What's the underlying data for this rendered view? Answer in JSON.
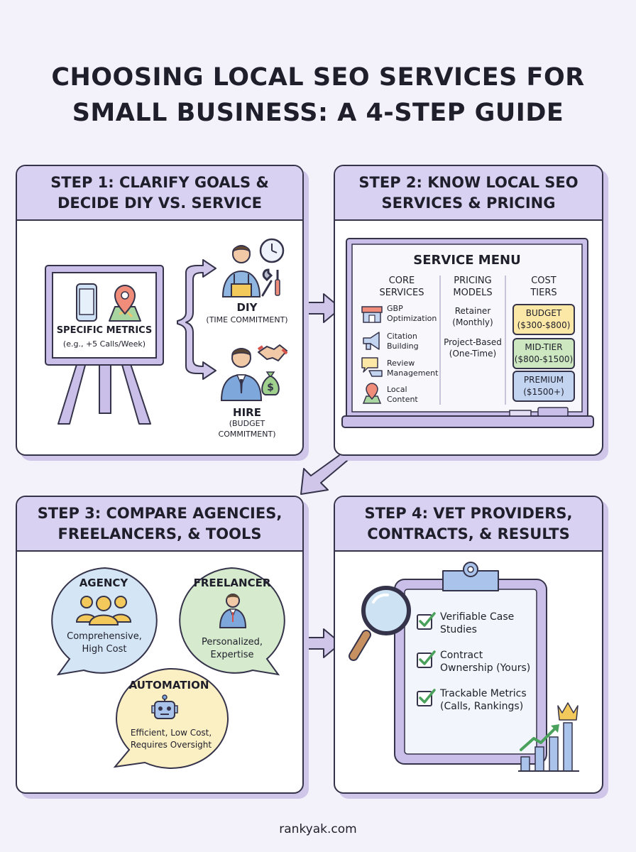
{
  "title": {
    "line1": "CHOOSING LOCAL SEO SERVICES FOR",
    "line2": "SMALL BUSINESS: A 4-STEP GUIDE"
  },
  "step1": {
    "heading_line1": "STEP 1: CLARIFY GOALS &",
    "heading_line2": "DECIDE DIY VS. SERVICE",
    "board_label": "SPECIFIC METRICS",
    "board_sublabel": "(e.g., +5 Calls/Week)",
    "diy_label": "DIY",
    "diy_sub": "(TIME COMMITMENT)",
    "hire_label": "HIRE",
    "hire_sub1": "(BUDGET",
    "hire_sub2": "COMMITMENT)"
  },
  "step2": {
    "heading_line1": "STEP 2: KNOW LOCAL SEO",
    "heading_line2": "SERVICES & PRICING",
    "menu_title": "SERVICE MENU",
    "col_core_1": "CORE",
    "col_core_2": "SERVICES",
    "col_pricing_1": "PRICING",
    "col_pricing_2": "MODELS",
    "col_tiers_1": "COST",
    "col_tiers_2": "TIERS",
    "services": [
      {
        "l1": "GBP",
        "l2": "Optimization",
        "icon": "storefront-icon"
      },
      {
        "l1": "Citation",
        "l2": "Building",
        "icon": "megaphone-icon"
      },
      {
        "l1": "Review",
        "l2": "Management",
        "icon": "chat-bubbles-icon"
      },
      {
        "l1": "Local",
        "l2": "Content",
        "icon": "map-pin-icon"
      }
    ],
    "pricing": [
      {
        "l1": "Retainer",
        "l2": "(Monthly)"
      },
      {
        "l1": "Project-Based",
        "l2": "(One-Time)"
      }
    ],
    "tiers": [
      {
        "name": "BUDGET",
        "range": "($300-$800)",
        "color": "#fbe7a6"
      },
      {
        "name": "MID-TIER",
        "range": "($800-$1500)",
        "color": "#cde8c1"
      },
      {
        "name": "PREMIUM",
        "range": "($1500+)",
        "color": "#c3d4f1"
      }
    ]
  },
  "step3": {
    "heading_line1": "STEP 3: COMPARE AGENCIES,",
    "heading_line2": "FREELANCERS, & TOOLS",
    "agency": {
      "title": "AGENCY",
      "l1": "Comprehensive,",
      "l2": "High Cost",
      "color": "#d4e6f5"
    },
    "freelancer": {
      "title": "FREELANCER",
      "l1": "Personalized,",
      "l2": "Expertise",
      "color": "#d6ebcd"
    },
    "automation": {
      "title": "AUTOMATION",
      "l1": "Efficient, Low Cost,",
      "l2": "Requires Oversight",
      "color": "#fbefc4"
    }
  },
  "step4": {
    "heading_line1": "STEP 4: VET PROVIDERS,",
    "heading_line2": "CONTRACTS, & RESULTS",
    "checks": [
      {
        "l1": "Verifiable Case",
        "l2": "Studies"
      },
      {
        "l1": "Contract",
        "l2": "Ownership (Yours)"
      },
      {
        "l1": "Trackable Metrics",
        "l2": "(Calls, Rankings)"
      }
    ]
  },
  "footer": "rankyak.com",
  "colors": {
    "background": "#f3f1fa",
    "panel_header": "#d9d1f2",
    "arrow": "#cfc6ea",
    "outline": "#35334a"
  }
}
